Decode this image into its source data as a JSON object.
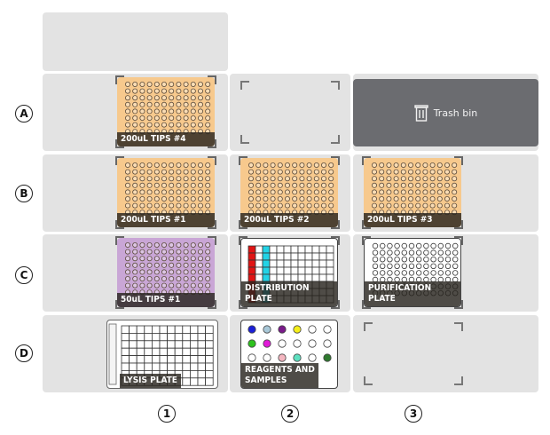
{
  "rows": [
    "A",
    "B",
    "C",
    "D"
  ],
  "columns": [
    "1",
    "2",
    "3"
  ],
  "trash": {
    "label": "Trash bin",
    "icon": "trash-icon"
  },
  "colors": {
    "slot": "#e3e3e3",
    "tips200": "#f7c98d",
    "tips50": "#c9a6d6",
    "trash": "#6b6c70",
    "red_column": "#e11414",
    "cyan_column": "#22d3e6"
  },
  "labware": {
    "A1": {
      "label": "200uL TIPS #4"
    },
    "B1": {
      "label": "200uL TIPS #1"
    },
    "B2": {
      "label": "200uL TIPS #2"
    },
    "B3": {
      "label": "200uL TIPS #3"
    },
    "C1": {
      "label": "50uL TIPS #1"
    },
    "C2": {
      "label": "DISTRIBUTION PLATE"
    },
    "C3": {
      "label": "PURIFICATION PLATE"
    },
    "D1": {
      "label": "LYSIS PLATE"
    },
    "D2": {
      "label": "REAGENTS AND\nSAMPLES"
    }
  },
  "reservoir_colors": [
    [
      "#1b20d8",
      "#a9c8d8",
      "#7a1a8a",
      "#f5ef1a",
      "#ffffff",
      "#ffffff"
    ],
    [
      "#2ec21e",
      "#e11ad8",
      "#ffffff",
      "#ffffff",
      "#ffffff",
      "#ffffff"
    ],
    [
      "#ffffff",
      "#ffffff",
      "#f4b6c0",
      "#5ee0c0",
      "#ffffff",
      "#2f7a2f"
    ]
  ]
}
